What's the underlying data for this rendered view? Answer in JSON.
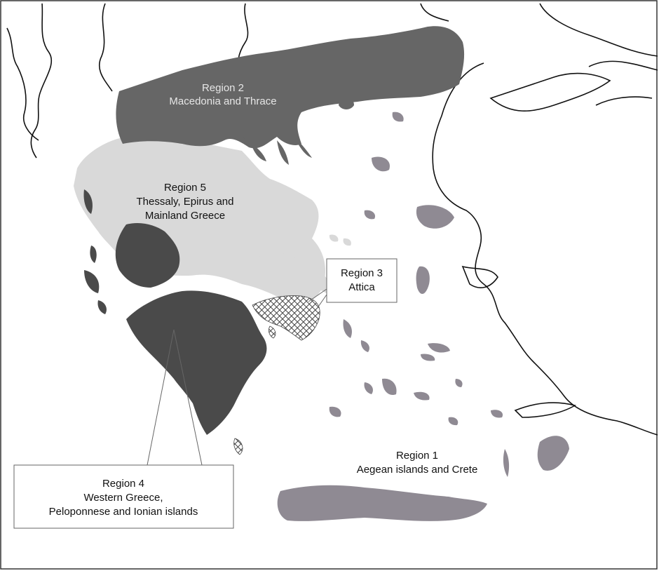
{
  "regions": [
    {
      "id": "region-1",
      "title": "Region 1",
      "subtitle": [
        "Aegean islands and Crete"
      ],
      "color": "#8f8a93"
    },
    {
      "id": "region-2",
      "title": "Region 2",
      "subtitle": [
        "Macedonia and Thrace"
      ],
      "color": "#666666"
    },
    {
      "id": "region-3",
      "title": "Region 3",
      "subtitle": [
        "Attica"
      ],
      "pattern": "crosshatch",
      "color": "#555555"
    },
    {
      "id": "region-4",
      "title": "Region 4",
      "subtitle": [
        "Western Greece,",
        "Peloponnese and Ionian islands"
      ],
      "color": "#4a4a4a"
    },
    {
      "id": "region-5",
      "title": "Region 5",
      "subtitle": [
        "Thessaly, Epirus and",
        "Mainland Greece"
      ],
      "color": "#d9d9d9"
    }
  ],
  "colors": {
    "background": "#ffffff",
    "coastline": "#111111",
    "border": "#333333"
  }
}
